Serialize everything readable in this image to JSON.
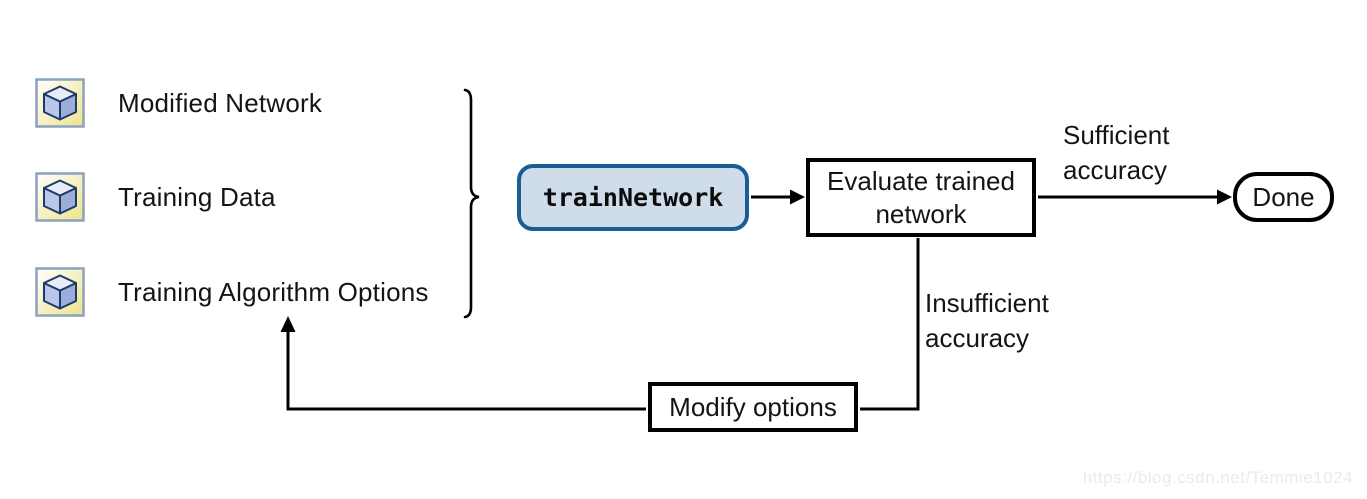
{
  "diagram": {
    "inputs": [
      {
        "label": "Modified Network",
        "icon": "cube-block-icon"
      },
      {
        "label": "Training Data",
        "icon": "cube-block-icon"
      },
      {
        "label": "Training Algorithm Options",
        "icon": "cube-block-icon"
      }
    ],
    "nodes": {
      "train_network": {
        "label": "trainNetwork"
      },
      "evaluate": {
        "label": "Evaluate trained network"
      },
      "done": {
        "label": "Done"
      },
      "modify_options": {
        "label": "Modify options"
      }
    },
    "edge_labels": {
      "sufficient": "Sufficient accuracy",
      "insufficient": "Insufficient accuracy"
    },
    "colors": {
      "train_network_fill": "#cfdce9",
      "train_network_border": "#1a5c96",
      "connector_line": "#000000",
      "icon_background_yellow": "#eee289",
      "cube_outline": "#203a66"
    }
  },
  "watermark": "https://blog.csdn.net/Temmie1024"
}
